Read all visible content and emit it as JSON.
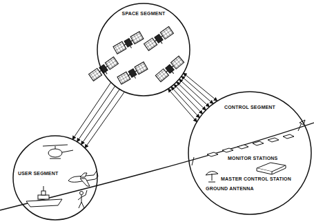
{
  "diagram": {
    "nodes": [
      {
        "text": [
          "SPACE SEGMENT"
        ]
      },
      {
        "text": [
          "USER SEGMENT"
        ]
      },
      {
        "text": [
          "CONTROL SEGMENT"
        ]
      }
    ],
    "edges": [
      {
        "from": 0,
        "to": 1,
        "arrow": "to"
      },
      {
        "from": 0,
        "to": 2,
        "arrow": "both"
      }
    ],
    "labels": [
      "MONITOR STATIONS",
      "MASTER CONTROL STATION",
      "GROUND ANTENNA"
    ]
  }
}
